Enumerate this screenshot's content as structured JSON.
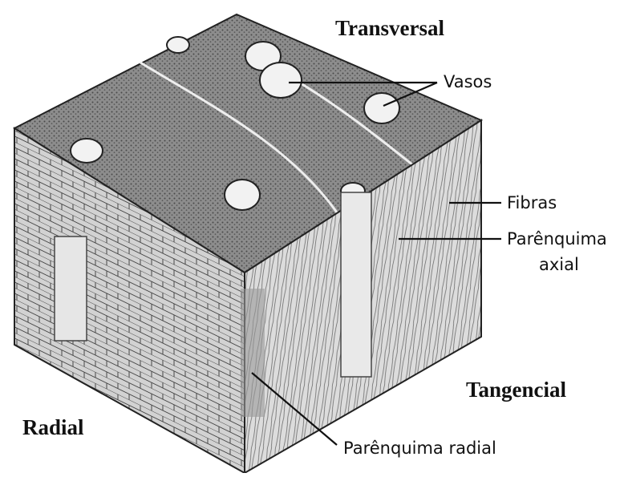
{
  "labels": {
    "transversal": "Transversal",
    "vasos": "Vasos",
    "fibras": "Fibras",
    "parenquima_axial_line1": "Parênquima",
    "parenquima_axial_line2": "axial",
    "tangencial": "Tangencial",
    "radial": "Radial",
    "parenquima_radial": "Parênquima radial"
  },
  "colors": {
    "ink": "#111111",
    "top_face": "#8a8a8a",
    "left_face": "#cfcfcf",
    "right_face": "#d9d9d9",
    "vessel_fill": "#f2f2f2"
  }
}
